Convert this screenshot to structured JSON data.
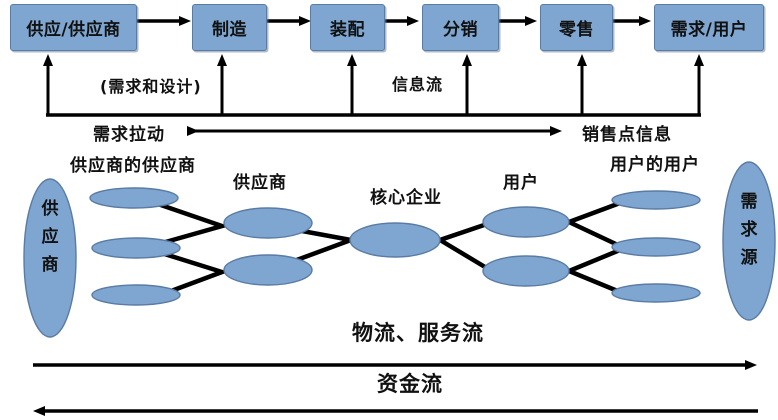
{
  "colors": {
    "node_fill": "#7ea6d0",
    "node_border": "#5a7ba4",
    "line": "#000000",
    "text": "#111111"
  },
  "process_flow": {
    "boxes": [
      {
        "label": "供应/供应商"
      },
      {
        "label": "制造"
      },
      {
        "label": "装配"
      },
      {
        "label": "分销"
      },
      {
        "label": "零售"
      },
      {
        "label": "需求/用户"
      }
    ],
    "annotations": {
      "demand_and_design": "(需求和设计)",
      "information_flow": "信息流",
      "demand_pull": "需求拉动",
      "pos_information": "销售点信息"
    }
  },
  "network": {
    "left_node_label": "供应商",
    "right_node_label": "需求源",
    "tier_labels": {
      "suppliers_supplier": "供应商的供应商",
      "supplier": "供应商",
      "core_enterprise": "核心企业",
      "user": "用户",
      "users_user": "用户的用户"
    }
  },
  "flows": {
    "logistics_service": "物流、服务流",
    "capital": "资金流"
  }
}
